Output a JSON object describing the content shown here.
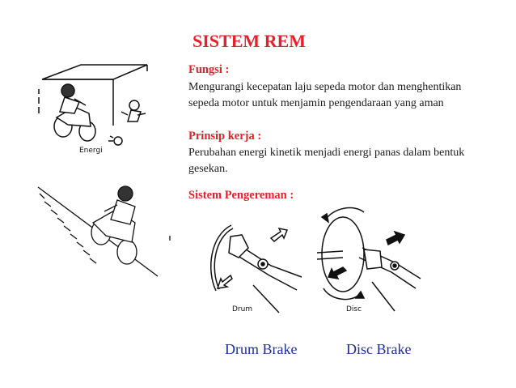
{
  "title": "SISTEM REM",
  "fungsi": {
    "heading": "Fungsi :",
    "line1": "Mengurangi kecepatan laju sepeda motor dan  menghentikan",
    "line2": "sepeda motor untuk menjamin pengendaraan yang aman"
  },
  "prinsip": {
    "heading": "Prinsip  kerja :",
    "line1": "Perubahan energi kinetik menjadi energi panas dalam bentuk",
    "line2": "gesekan."
  },
  "sistem": {
    "heading": "Sistem Pengereman  :"
  },
  "illustrations": {
    "top_label": "Energi",
    "drum_label": "Drum",
    "disc_label": "Disc"
  },
  "captions": {
    "drum": "Drum Brake",
    "disc": "Disc Brake"
  }
}
